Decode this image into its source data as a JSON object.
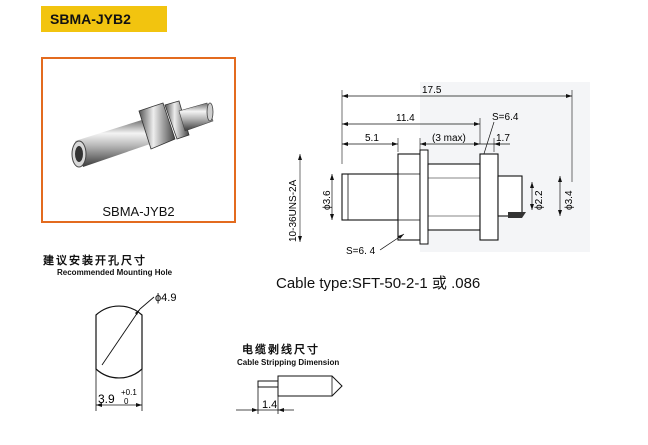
{
  "title": "SBMA-JYB2",
  "photo": {
    "caption": "SBMA-JYB2"
  },
  "mounting_hole": {
    "title_cn": "建议安装开孔尺寸",
    "title_en": "Recommended Mounting Hole",
    "diameter": "ϕ4.9",
    "flat_width": "3.9",
    "tol_upper": "+0.1",
    "tol_lower": "0"
  },
  "cable_stripping": {
    "title_cn": "电缆剥线尺寸",
    "title_en": "Cable Stripping Dimension",
    "length": "1.4"
  },
  "drawing": {
    "overall_length": "17.5",
    "length_11_4": "11.4",
    "length_5_1": "5.1",
    "max_3": "(3 max)",
    "length_1_7": "1.7",
    "hex_top": "S=6.4",
    "hex_bottom": "S=6. 4",
    "thread": "10-36UNS-2A",
    "dia_3_6": "ϕ3.6",
    "dia_2_2": "ϕ2.2",
    "dia_3_4": "ϕ3.4"
  },
  "cable_type": "Cable type:SFT-50-2-1 或 .086"
}
